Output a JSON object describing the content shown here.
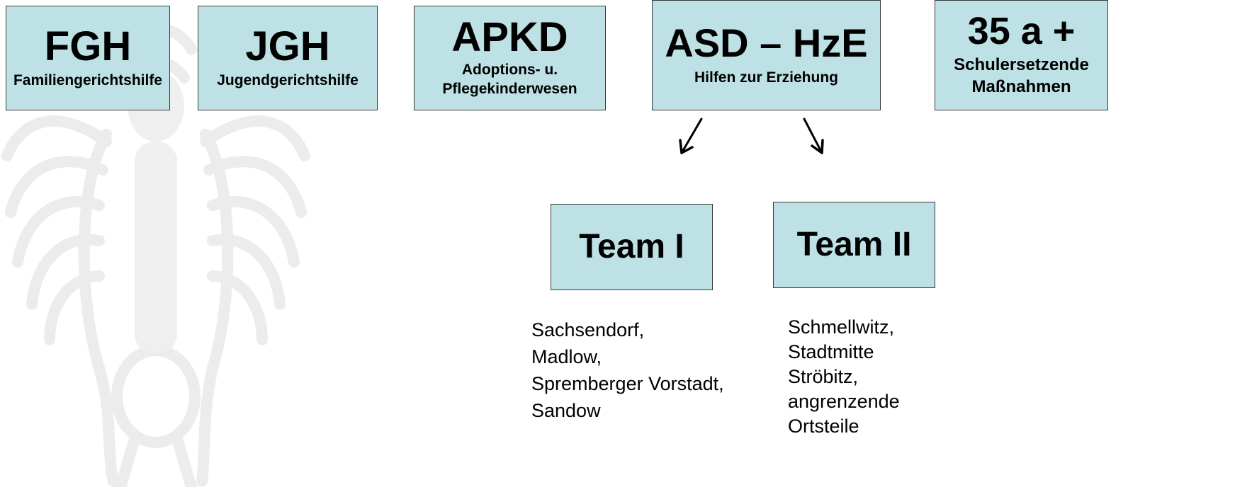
{
  "colors": {
    "box_fill": "#bde1e4",
    "box_border": "#3a3a3a",
    "watermark": "#ececec"
  },
  "watermark": {
    "icon": "eagle-emblem-icon"
  },
  "boxes": {
    "fgh": {
      "title": "FGH",
      "subtitle": "Familiengerichtshilfe"
    },
    "jgh": {
      "title": "JGH",
      "subtitle": "Jugendgerichtshilfe"
    },
    "apkd": {
      "title": "APKD",
      "subtitle_lines": [
        "Adoptions- u.",
        "Pflegekinderwesen"
      ]
    },
    "asd": {
      "title": "ASD – HzE",
      "subtitle": "Hilfen zur Erziehung"
    },
    "s35a": {
      "title": "35 a +",
      "subtitle_lines": [
        "Schulersetzende",
        "Maßnahmen"
      ]
    }
  },
  "teams": {
    "team1": {
      "title": "Team I",
      "areas": [
        "Sachsendorf,",
        "Madlow,",
        "Spremberger Vorstadt,",
        "Sandow"
      ]
    },
    "team2": {
      "title": "Team II",
      "areas": [
        "Schmellwitz,",
        "Stadtmitte",
        "Ströbitz,",
        "angrenzende",
        "Ortsteile"
      ]
    }
  }
}
